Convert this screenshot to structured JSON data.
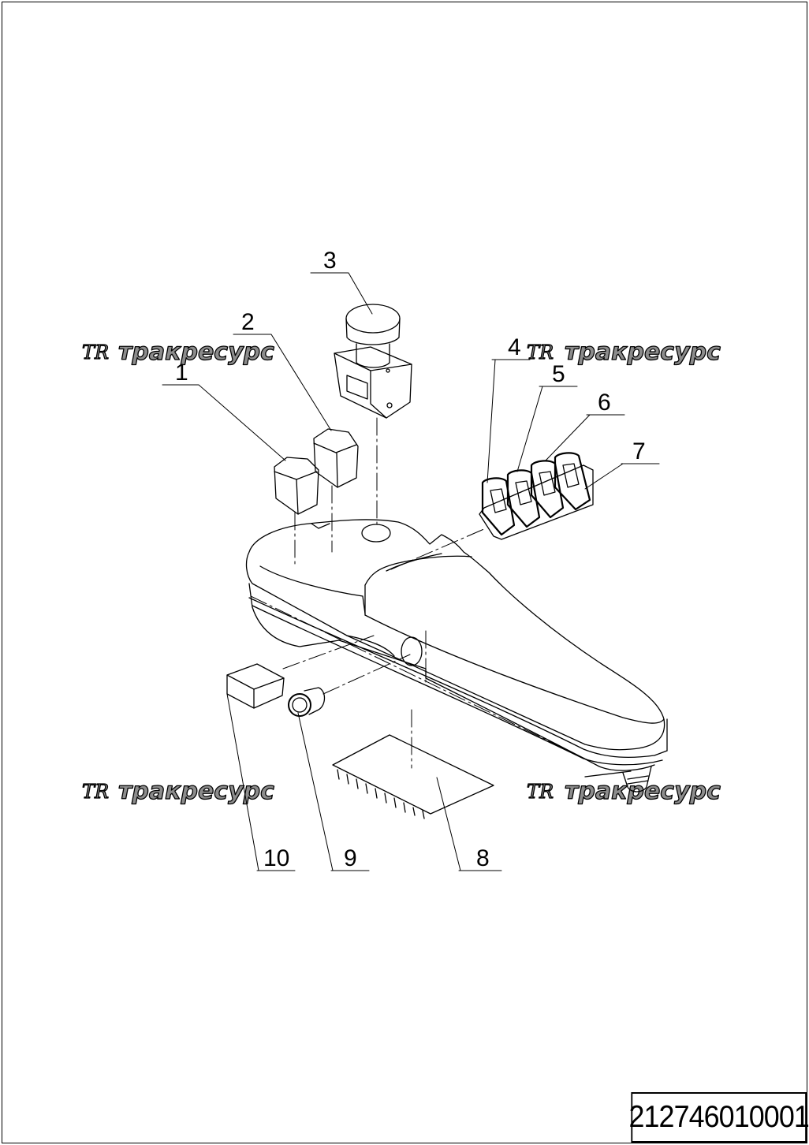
{
  "drawing_number": "212746010001",
  "watermark": {
    "brand": "тракресурс",
    "logo_letters": "TR"
  },
  "callouts": [
    {
      "id": "1",
      "label": "1"
    },
    {
      "id": "2",
      "label": "2"
    },
    {
      "id": "3",
      "label": "3"
    },
    {
      "id": "4",
      "label": "4"
    },
    {
      "id": "5",
      "label": "5"
    },
    {
      "id": "6",
      "label": "6"
    },
    {
      "id": "7",
      "label": "7"
    },
    {
      "id": "8",
      "label": "8"
    },
    {
      "id": "9",
      "label": "9"
    },
    {
      "id": "10",
      "label": "10"
    }
  ]
}
